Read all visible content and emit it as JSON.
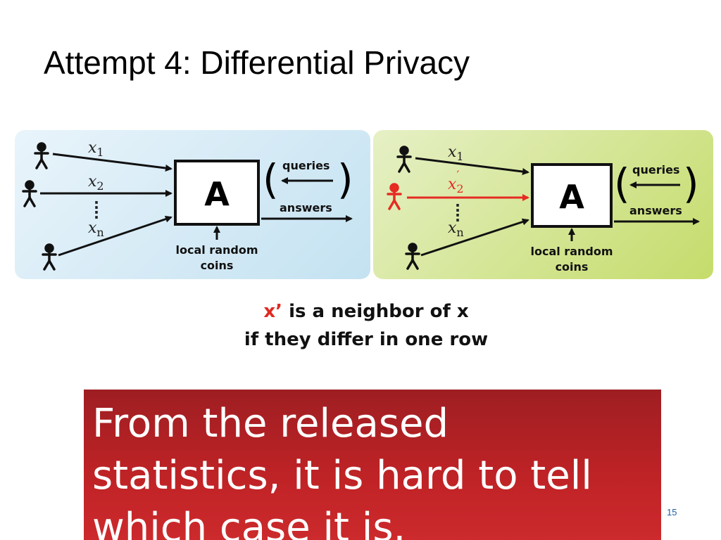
{
  "slide": {
    "title": "Attempt 4: Differential Privacy",
    "page_number": "15"
  },
  "diagram": {
    "left_panel": {
      "inputs": [
        {
          "var": "x",
          "sub": "1"
        },
        {
          "var": "x",
          "sub": "2"
        },
        {
          "var": "x",
          "sub": "n"
        }
      ],
      "dots": ":",
      "box_label": "A",
      "queries_label": "queries",
      "answers_label": "answers",
      "coins_label_line1": "local random",
      "coins_label_line2": "coins",
      "open_paren": "(",
      "close_paren": ")"
    },
    "right_panel": {
      "inputs": [
        {
          "var": "x",
          "sub": "1"
        },
        {
          "var": "x",
          "sub": "2",
          "prime": "′"
        },
        {
          "var": "x",
          "sub": "n"
        }
      ],
      "dots": ":",
      "box_label": "A",
      "queries_label": "queries",
      "answers_label": "answers",
      "coins_label_line1": "local random",
      "coins_label_line2": "coins",
      "open_paren": "(",
      "close_paren": ")",
      "highlight_color": "#e52b23"
    },
    "caption": {
      "line1_red": "x’",
      "line1_rest": " is a neighbor of x",
      "line2": "if they differ in one row"
    }
  },
  "callout": {
    "text": "From the released statistics, it is hard to tell which case it is.",
    "background_color": "#c02326"
  }
}
